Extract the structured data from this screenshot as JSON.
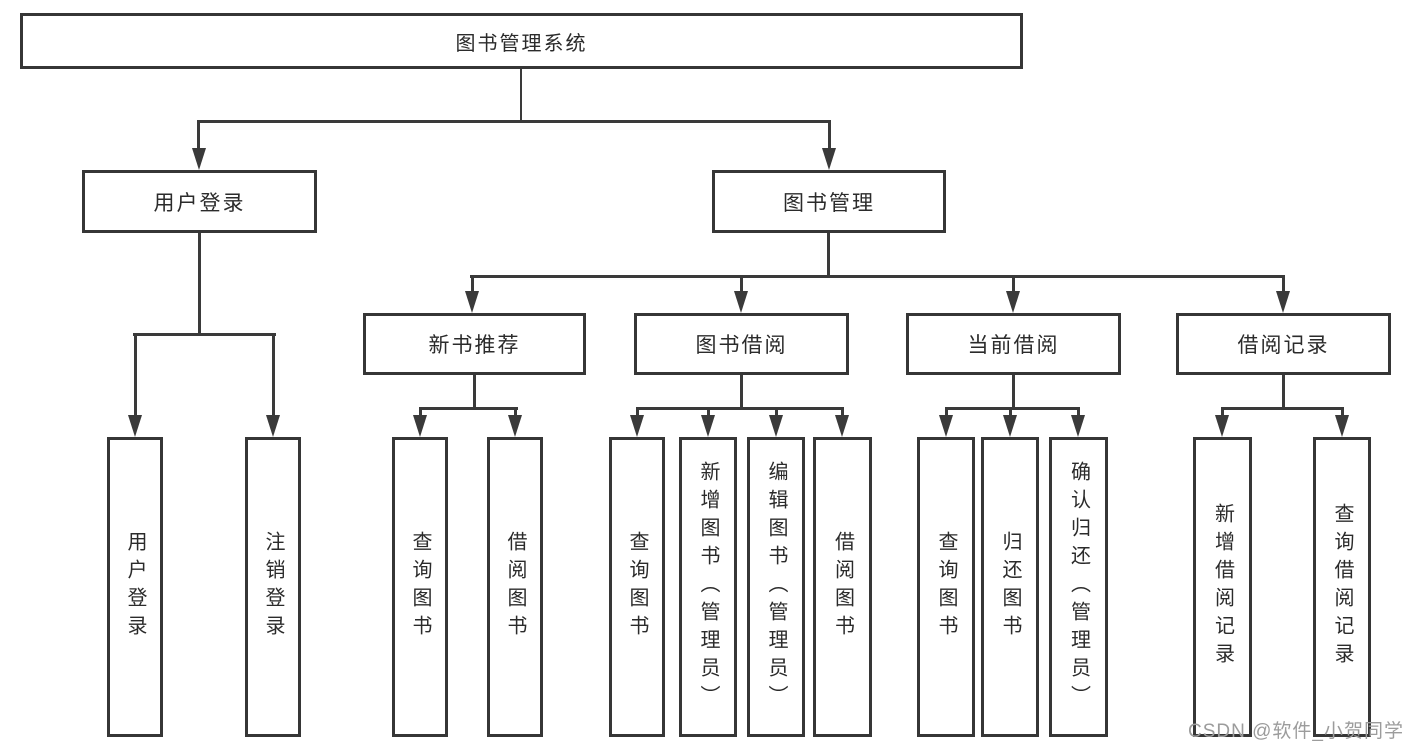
{
  "diagram": {
    "title": "图书管理系统",
    "tree": {
      "label": "图书管理系统",
      "children": [
        {
          "label": "用户登录",
          "children": [
            {
              "label": "用户登录"
            },
            {
              "label": "注销登录"
            }
          ]
        },
        {
          "label": "图书管理",
          "children": [
            {
              "label": "新书推荐",
              "children": [
                {
                  "label": "查询图书"
                },
                {
                  "label": "借阅图书"
                }
              ]
            },
            {
              "label": "图书借阅",
              "children": [
                {
                  "label": "查询图书"
                },
                {
                  "label": "新增图书（管理员）"
                },
                {
                  "label": "编辑图书（管理员）"
                },
                {
                  "label": "借阅图书"
                }
              ]
            },
            {
              "label": "当前借阅",
              "children": [
                {
                  "label": "查询图书"
                },
                {
                  "label": "归还图书"
                },
                {
                  "label": "确认归还（管理员）"
                }
              ]
            },
            {
              "label": "借阅记录",
              "children": [
                {
                  "label": "新增借阅记录"
                },
                {
                  "label": "查询借阅记录"
                }
              ]
            }
          ]
        }
      ]
    },
    "watermark": "CSDN @软件_小贺同学",
    "colors": {
      "line": "#3a3a3a",
      "box_border": "#363636",
      "text": "#2b2b2b",
      "watermark": "#9c9c9c",
      "background": "#ffffff"
    }
  }
}
